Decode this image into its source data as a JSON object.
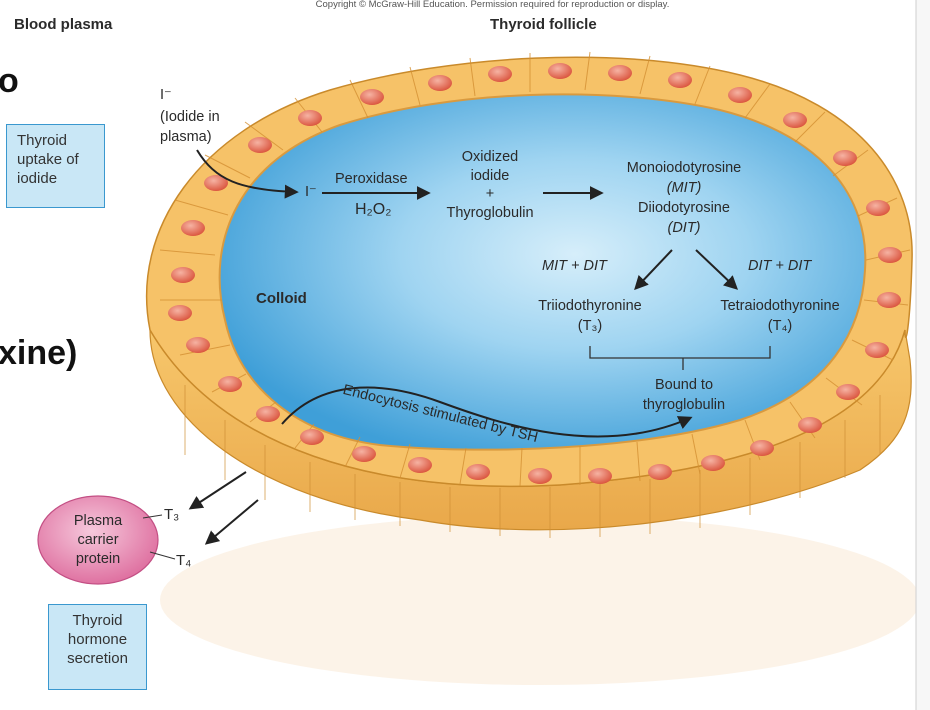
{
  "copyright": "Copyright © McGraw-Hill Education. Permission required for reproduction or display.",
  "headers": {
    "left": "Blood plasma",
    "right": "Thyroid follicle"
  },
  "slide_fragments": {
    "top": "o",
    "middle": "xine)"
  },
  "boxes": {
    "uptake": [
      "Thyroid",
      "uptake of",
      "iodide"
    ],
    "secretion": [
      "Thyroid",
      "hormone",
      "secretion"
    ]
  },
  "iodide_plasma": {
    "ion": "I⁻",
    "line1": "(Iodide in",
    "line2": "plasma)"
  },
  "reaction": {
    "iodide_ion": "I⁻",
    "enzyme": "Peroxidase",
    "cofactor": "H₂O₂",
    "oxidized": [
      "Oxidized",
      "iodide",
      "+",
      "Thyroglobulin"
    ],
    "mit": [
      "Monoiodotyrosine",
      "(MIT)"
    ],
    "dit": [
      "Diiodotyrosine",
      "(DIT)"
    ],
    "left_combo": "MIT + DIT",
    "right_combo": "DIT + DIT",
    "t3": [
      "Triiodothyronine",
      "(T₃)"
    ],
    "t4": [
      "Tetraiodothyronine",
      "(T₄)"
    ],
    "bound": [
      "Bound to",
      "thyroglobulin"
    ],
    "endocytosis": "Endocytosis stimulated by TSH"
  },
  "colloid": "Colloid",
  "carrier": {
    "lines": [
      "Plasma",
      "carrier",
      "protein"
    ],
    "t3": "T₃",
    "t4": "T₄"
  },
  "colors": {
    "colloid": "#5fb4e6",
    "colloid_light": "#bfe4f7",
    "cell": "#f3c36a",
    "cell_border": "#c98a2b",
    "nucleus": "#e36a4f",
    "carrier": "#e47aa8",
    "box_fill": "#c9e7f6",
    "box_border": "#3a98cf"
  }
}
